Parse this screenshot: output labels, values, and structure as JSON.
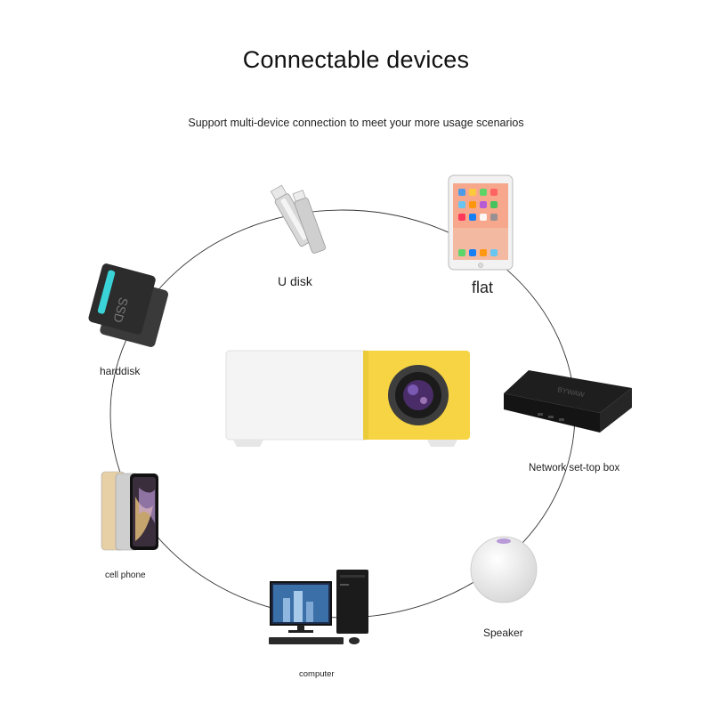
{
  "header": {
    "title": "Connectable devices",
    "subtitle": "Support multi-device connection to meet your more usage scenarios"
  },
  "devices": [
    {
      "label": "U disk",
      "icon": "usb-drive-icon"
    },
    {
      "label": "flat",
      "icon": "tablet-icon"
    },
    {
      "label": "harddisk",
      "icon": "hard-disk-icon"
    },
    {
      "label": "Network set-top box",
      "icon": "set-top-box-icon"
    },
    {
      "label": "cell phone",
      "icon": "cell-phone-icon"
    },
    {
      "label": "Speaker",
      "icon": "speaker-icon"
    },
    {
      "label": "computer",
      "icon": "computer-icon"
    }
  ],
  "center_device": {
    "icon": "projector-icon",
    "colors": {
      "body": "#f4f4f4",
      "accent": "#f6d443"
    }
  }
}
